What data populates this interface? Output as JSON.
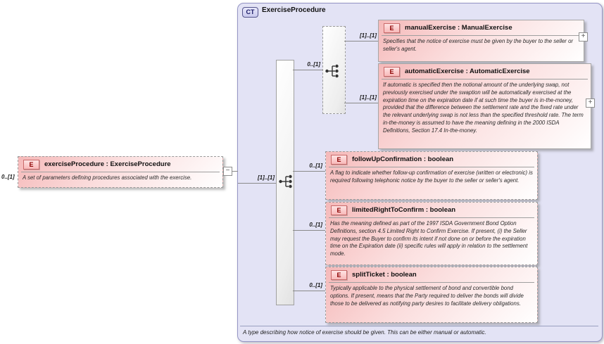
{
  "colors": {
    "element_pink": "#f5b9b9",
    "type_lavender": "#e3e3f5",
    "badge_red_text": "#8b0000",
    "badge_navy_text": "#1a1a66",
    "connector_gray": "#8a8a8a"
  },
  "icons": {
    "collapse_glyph": "−",
    "expand_glyph": "+"
  },
  "root_element": {
    "cardinality": "0..[1]",
    "badge": "E",
    "title": "exerciseProcedure : ExerciseProcedure",
    "annotation": "A set of parameters defining procedures associated with the exercise."
  },
  "complex_type": {
    "badge": "CT",
    "title": "ExerciseProcedure",
    "footer_annotation": "A type describing how notice of exercise should be given. This can be either manual or automatic.",
    "sequence_cardinality": "[1]..[1]",
    "choice_cardinality": "0..[1]"
  },
  "elements": {
    "manual_exercise": {
      "badge": "E",
      "cardinality": "[1]..[1]",
      "title": "manualExercise : ManualExercise",
      "annotation": "Specifies that the notice of exercise must be given by the buyer to the seller or seller's agent."
    },
    "automatic_exercise": {
      "badge": "E",
      "cardinality": "[1]..[1]",
      "title": "automaticExercise : AutomaticExercise",
      "annotation": "If automatic is specified then the notional amount of the underlying swap, not previously exercised under the swaption will be automatically exercised at the expiration time on the expiration date if at such time the buyer is in-the-money, provided that the difference between the settlement rate and the fixed rate under the relevant underlying swap is not less than the specified threshold rate. The term in-the-money is assumed to have the meaning defining in the 2000 ISDA Definitions, Section 17.4 In-the-money."
    },
    "follow_up_confirmation": {
      "badge": "E",
      "cardinality": "0..[1]",
      "title": "followUpConfirmation : boolean",
      "annotation": "A flag to indicate whether follow-up confirmation of exercise (written or electronic) is required following telephonic notice by the buyer to the seller or seller's agent."
    },
    "limited_right_to_confirm": {
      "badge": "E",
      "cardinality": "0..[1]",
      "title": "limitedRightToConfirm : boolean",
      "annotation": "Has the meaning defined as part of the 1997 ISDA Government Bond Option Definitions, section 4.5 Limited Right to Confirm Exercise. If present, (i) the Seller may request the Buyer to confirm its intent if not done on or before the expiration time on the Expiration date (ii) specific rules will apply in relation to the settlement mode."
    },
    "split_ticket": {
      "badge": "E",
      "cardinality": "0..[1]",
      "title": "splitTicket : boolean",
      "annotation": "Typically applicable to the physical settlement of bond and convertible bond options. If present, means that the Party required to deliver the bonds will divide those to be delivered as notifying party desires to facilitate delivery obligations."
    }
  }
}
